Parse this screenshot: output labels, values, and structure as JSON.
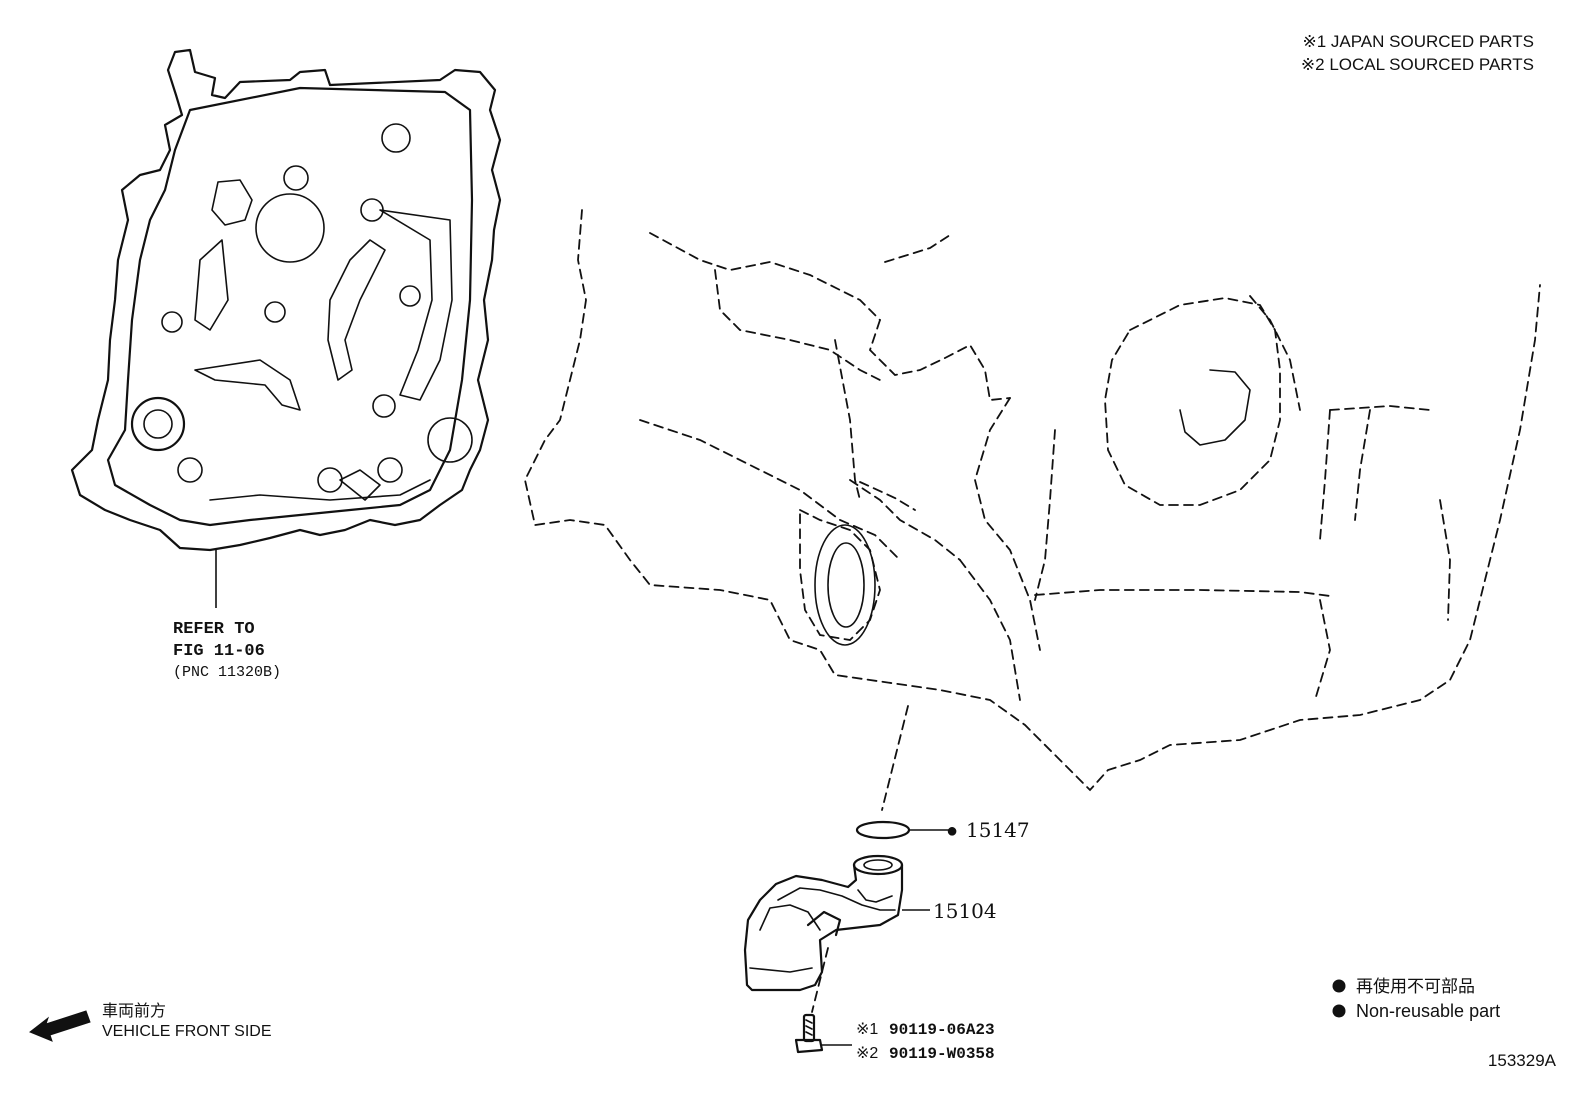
{
  "notes": {
    "note1": "※1 JAPAN SOURCED PARTS",
    "note2": "※2 LOCAL SOURCED PARTS"
  },
  "reference": {
    "line1": "REFER TO",
    "line2": "FIG 11-06",
    "line3": "(PNC 11320B)"
  },
  "parts": {
    "oring": {
      "number": "15147",
      "marker": "●"
    },
    "strainer": {
      "number": "15104"
    },
    "bolt": {
      "line1_mark": "※1",
      "line1_number": "90119-06A23",
      "line2_mark": "※2",
      "line2_number": "90119-W0358"
    }
  },
  "legend": {
    "marker": "●",
    "jp": "再使用不可部品",
    "en": "Non-reusable part"
  },
  "direction": {
    "jp": "車両前方",
    "en": "VEHICLE FRONT SIDE",
    "icon": "arrow-left-icon"
  },
  "figure_id": "153329A"
}
